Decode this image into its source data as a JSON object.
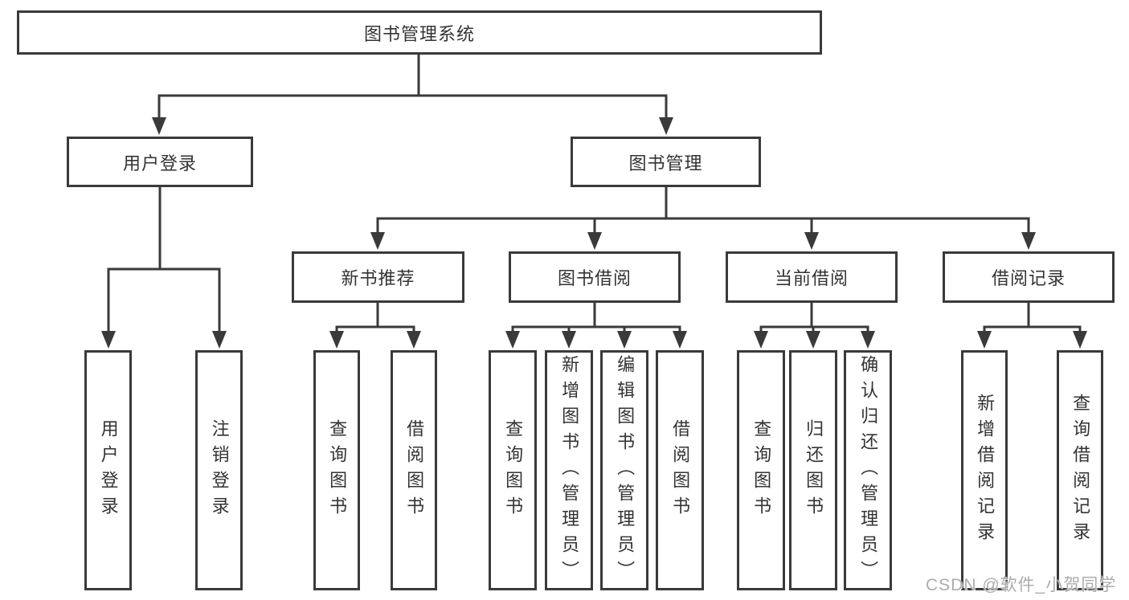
{
  "tree": {
    "root": {
      "label": "图书管理系统"
    },
    "branches": [
      {
        "label": "用户登录",
        "children": [
          {
            "label": "用户登录"
          },
          {
            "label": "注销登录"
          }
        ]
      },
      {
        "label": "图书管理",
        "children": [
          {
            "label": "新书推荐",
            "children": [
              {
                "label": "查询图书"
              },
              {
                "label": "借阅图书"
              }
            ]
          },
          {
            "label": "图书借阅",
            "children": [
              {
                "label": "查询图书"
              },
              {
                "label": "新增图书（管理员）"
              },
              {
                "label": "编辑图书（管理员）"
              },
              {
                "label": "借阅图书"
              }
            ]
          },
          {
            "label": "当前借阅",
            "children": [
              {
                "label": "查询图书"
              },
              {
                "label": "归还图书"
              },
              {
                "label": "确认归还（管理员）"
              }
            ]
          },
          {
            "label": "借阅记录",
            "children": [
              {
                "label": "新增借阅记录"
              },
              {
                "label": "查询借阅记录"
              }
            ]
          }
        ]
      }
    ]
  },
  "watermark": {
    "text": "CSDN @软件_小贺同学"
  },
  "colors": {
    "line": "#3a3a3a",
    "text": "#333333",
    "background": "#ffffff",
    "watermark": "#adadad"
  }
}
